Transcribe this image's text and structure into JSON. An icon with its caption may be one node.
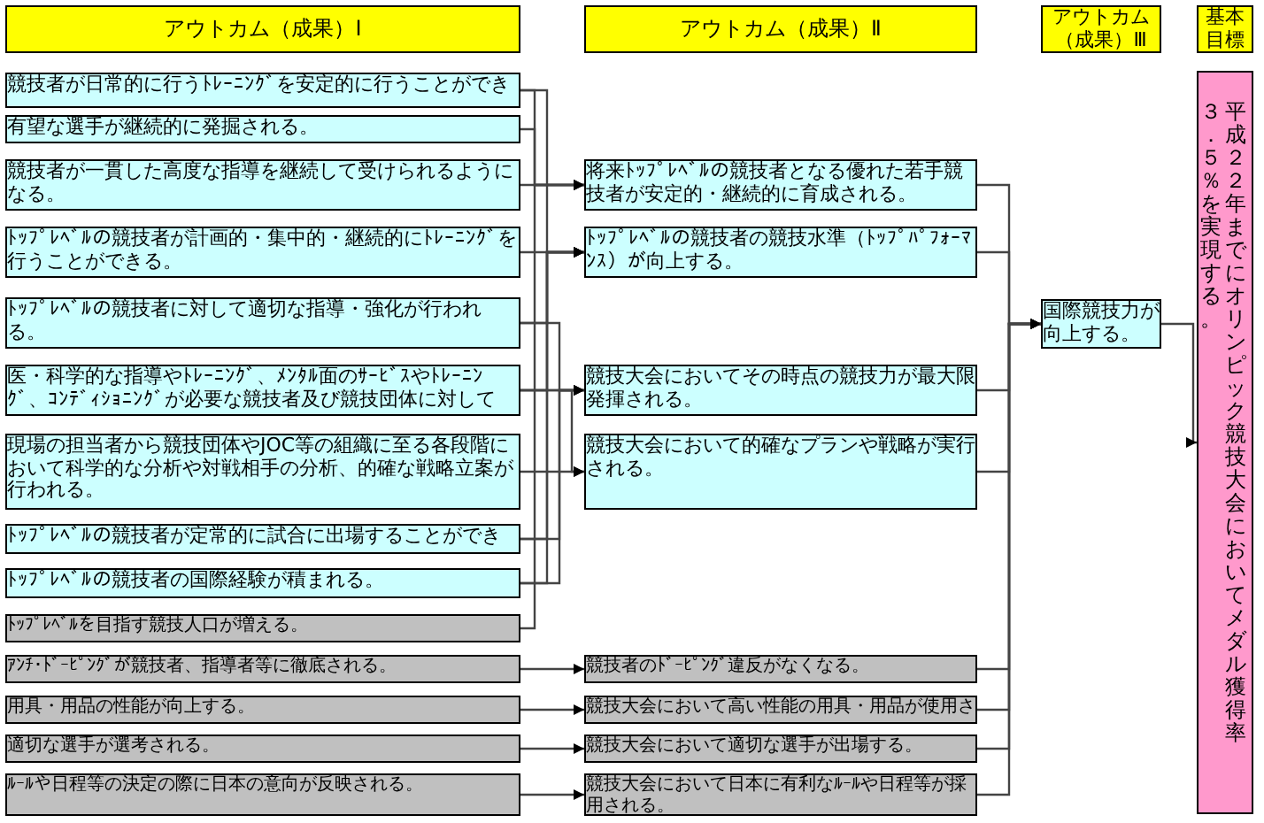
{
  "diagram": {
    "nodes": [
      {
        "text": [
          "アウトカム（成果）Ⅰ"
        ]
      },
      {
        "text": [
          "アウトカム（成果）Ⅱ"
        ]
      },
      {
        "text": [
          "アウトカム（成果）Ⅲ"
        ]
      },
      {
        "text": [
          "基本目標"
        ]
      },
      {
        "text": [
          "競技者が日常的に行うﾄﾚｰﾆﾝｸﾞを安定的に行うことができ"
        ]
      },
      {
        "text": [
          "有望な選手が継続的に発掘される。"
        ]
      },
      {
        "text": [
          "競技者が一貫した高度な指導を継続して受けられるようになる。"
        ]
      },
      {
        "text": [
          "ﾄｯﾌﾟﾚﾍﾞﾙの競技者が計画的・集中的・継続的にﾄﾚｰﾆﾝｸﾞを行うことができる。"
        ]
      },
      {
        "text": [
          "ﾄｯﾌﾟﾚﾍﾞﾙの競技者に対して適切な指導・強化が行われる。"
        ]
      },
      {
        "text": [
          "医・科学的な指導やﾄﾚｰﾆﾝｸﾞ、ﾒﾝﾀﾙ面のｻｰﾋﾞｽやﾄﾚｰﾆﾝｸﾞ、ｺﾝﾃﾞｨｼｮﾆﾝｸﾞが必要な競技者及び競技団体に対して"
        ]
      },
      {
        "text": [
          "現場の担当者から競技団体やJOC等の組織に至る各段階において科学的な分析や対戦相手の分析、的確な戦略立案が行われる。"
        ]
      },
      {
        "text": [
          "ﾄｯﾌﾟﾚﾍﾞﾙの競技者が定常的に試合に出場することができ"
        ]
      },
      {
        "text": [
          "ﾄｯﾌﾟﾚﾍﾞﾙの競技者の国際経験が積まれる。"
        ]
      },
      {
        "text": [
          "ﾄｯﾌﾟﾚﾍﾞﾙを目指す競技人口が増える。"
        ]
      },
      {
        "text": [
          "ｱﾝﾁ･ﾄﾞｰﾋﾟﾝｸﾞが競技者、指導者等に徹底される。"
        ]
      },
      {
        "text": [
          "用具・用品の性能が向上する。"
        ]
      },
      {
        "text": [
          "適切な選手が選考される。"
        ]
      },
      {
        "text": [
          "ﾙｰﾙや日程等の決定の際に日本の意向が反映される。"
        ]
      },
      {
        "text": [
          "将来ﾄｯﾌﾟﾚﾍﾞﾙの競技者となる優れた若手競技者が安定的・継続的に育成される。"
        ]
      },
      {
        "text": [
          "ﾄｯﾌﾟﾚﾍﾞﾙの競技者の競技水準（ﾄｯﾌﾟﾊﾟﾌｫｰﾏﾝｽ）が向上する。"
        ]
      },
      {
        "text": [
          "競技大会においてその時点の競技力が最大限発揮される。"
        ]
      },
      {
        "text": [
          "競技大会において的確なプランや戦略が実行される。"
        ]
      },
      {
        "text": [
          "競技者のﾄﾞｰﾋﾟﾝｸﾞ違反がなくなる。"
        ]
      },
      {
        "text": [
          "競技大会において高い性能の用具・用品が使用さ"
        ]
      },
      {
        "text": [
          "競技大会において適切な選手が出場する。"
        ]
      },
      {
        "text": [
          "競技大会において日本に有利なﾙｰﾙや日程等が採用される。"
        ]
      },
      {
        "text": [
          "国際競技力が向上する。"
        ]
      },
      {
        "text": [
          "平成２２年までにオリンピック競技大会においてメダル獲得率３．５％を実現する。"
        ]
      }
    ],
    "edges": [
      {
        "from": 4,
        "to": 18,
        "arrow": "to"
      },
      {
        "from": 5,
        "to": 18,
        "arrow": "to"
      },
      {
        "from": 6,
        "to": 18,
        "arrow": "to"
      },
      {
        "from": 13,
        "to": 18,
        "arrow": "to"
      },
      {
        "from": 4,
        "to": 19,
        "arrow": "to"
      },
      {
        "from": 7,
        "to": 19,
        "arrow": "to"
      },
      {
        "from": 8,
        "to": 19,
        "arrow": "to"
      },
      {
        "from": 9,
        "to": 19,
        "arrow": "to"
      },
      {
        "from": 11,
        "to": 19,
        "arrow": "to"
      },
      {
        "from": 12,
        "to": 19,
        "arrow": "to"
      },
      {
        "from": 8,
        "to": 20,
        "arrow": "to"
      },
      {
        "from": 9,
        "to": 20,
        "arrow": "to"
      },
      {
        "from": 11,
        "to": 20,
        "arrow": "to"
      },
      {
        "from": 12,
        "to": 20,
        "arrow": "to"
      },
      {
        "from": 9,
        "to": 21,
        "arrow": "to"
      },
      {
        "from": 10,
        "to": 21,
        "arrow": "to"
      },
      {
        "from": 14,
        "to": 22,
        "arrow": "to"
      },
      {
        "from": 15,
        "to": 23,
        "arrow": "to"
      },
      {
        "from": 16,
        "to": 24,
        "arrow": "to"
      },
      {
        "from": 17,
        "to": 25,
        "arrow": "to"
      },
      {
        "from": 18,
        "to": 26,
        "arrow": "to"
      },
      {
        "from": 19,
        "to": 26,
        "arrow": "to"
      },
      {
        "from": 20,
        "to": 26,
        "arrow": "to"
      },
      {
        "from": 21,
        "to": 26,
        "arrow": "to"
      },
      {
        "from": 22,
        "to": 26,
        "arrow": "to"
      },
      {
        "from": 23,
        "to": 26,
        "arrow": "to"
      },
      {
        "from": 24,
        "to": 26,
        "arrow": "to"
      },
      {
        "from": 25,
        "to": 26,
        "arrow": "to"
      },
      {
        "from": 26,
        "to": 27,
        "arrow": "to"
      }
    ]
  }
}
